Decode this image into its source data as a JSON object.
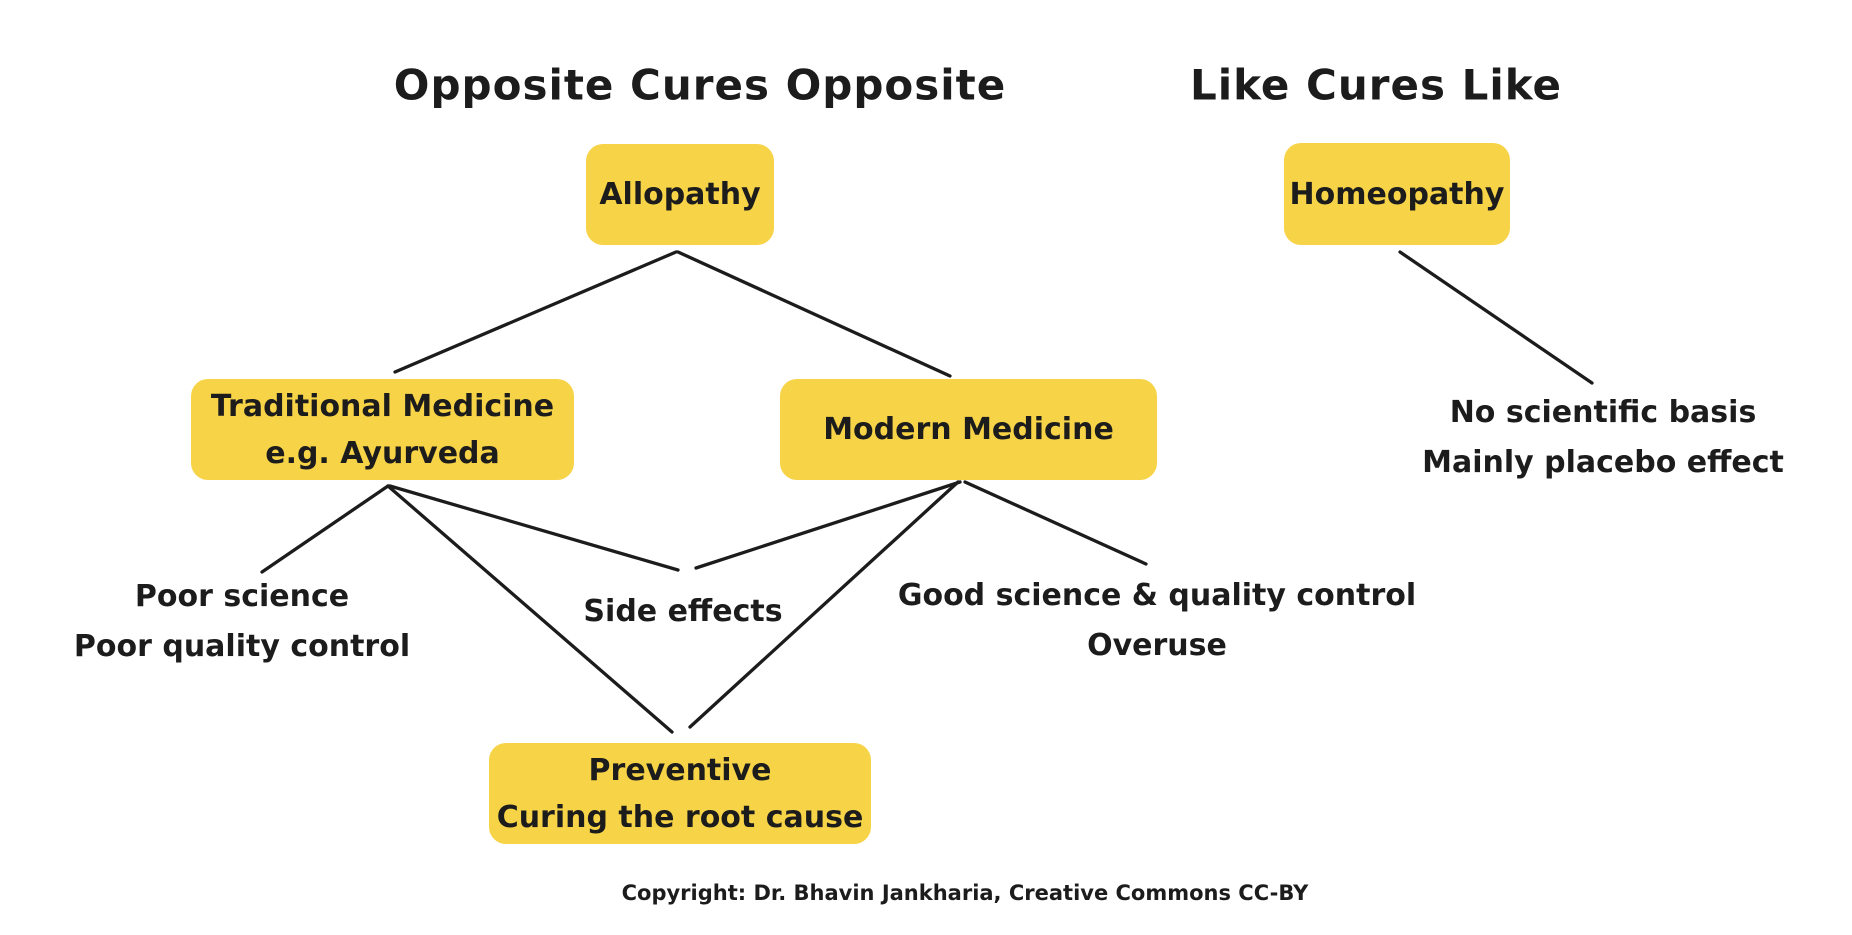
{
  "titles": {
    "left": "Opposite Cures Opposite",
    "right": "Like Cures Like"
  },
  "nodes": {
    "allopathy": {
      "label": "Allopathy"
    },
    "homeopathy": {
      "label": "Homeopathy"
    },
    "traditional": {
      "line1": "Traditional Medicine",
      "line2": "e.g. Ayurveda"
    },
    "modern": {
      "label": "Modern Medicine"
    },
    "preventive": {
      "line1": "Preventive",
      "line2": "Curing the root cause"
    }
  },
  "annotations": {
    "poor_science": {
      "line1": "Poor science",
      "line2": "Poor quality control"
    },
    "side_effects": {
      "label": "Side effects"
    },
    "good_science": {
      "line1": "Good science & quality control",
      "line2": "Overuse"
    },
    "no_scientific_basis": {
      "line1": "No scientific basis",
      "line2": "Mainly placebo effect"
    }
  },
  "footer": {
    "copyright": "Copyright: Dr. Bhavin Jankharia, Creative Commons CC-BY"
  },
  "colors": {
    "node_fill": "#F7D347",
    "connector": "#1c1c1c",
    "text": "#1c1c1c",
    "background": "#ffffff"
  }
}
